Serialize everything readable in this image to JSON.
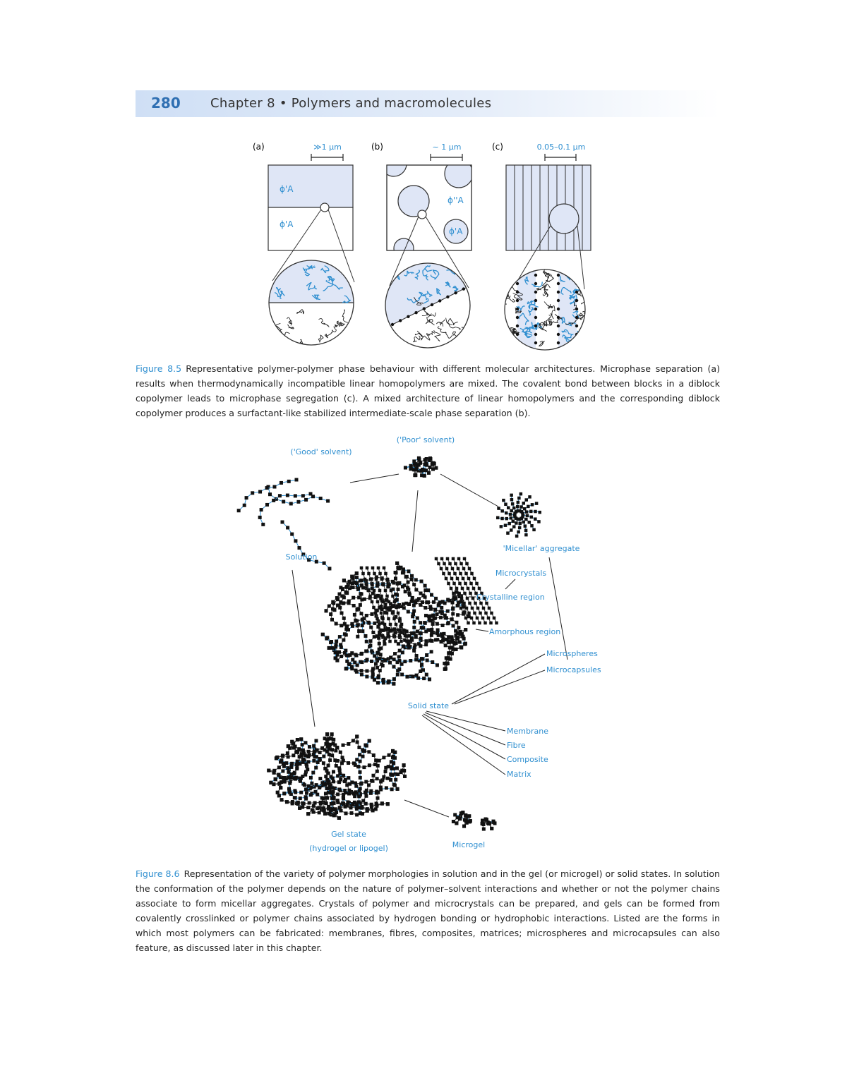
{
  "header": {
    "page_number": "280",
    "chapter": "Chapter 8 • Polymers and macromolecules"
  },
  "figure5": {
    "panels": [
      {
        "label": "(a)",
        "scale": "≫1 µm",
        "phase_top": "ϕ'A",
        "phase_bottom": "ϕ'A"
      },
      {
        "label": "(b)",
        "scale": "~ 1 µm",
        "phase_top": "ϕ''A",
        "phase_bottom": "ϕ'A"
      },
      {
        "label": "(c)",
        "scale": "0.05–0.1 µm"
      }
    ],
    "caption_label": "Figure 8.5",
    "caption_text": "Representative polymer-polymer phase behaviour with different molecular architectures. Microphase separation (a) results when thermodynamically incompatible linear homopolymers are mixed. The covalent bond between blocks in a diblock copolymer leads to microphase segregation (c). A mixed architecture of linear homopolymers and the corresponding diblock copolymer produces a surfactant-like stabilized intermediate-scale phase separation (b)."
  },
  "figure6": {
    "labels": {
      "good_solvent": "('Good' solvent)",
      "poor_solvent": "('Poor' solvent)",
      "solution": "Solution",
      "micellar": "'Micellar' aggregate",
      "microcrystals": "Microcrystals",
      "crystalline": "Crystalline region",
      "amorphous": "Amorphous region",
      "microspheres": "Microspheres",
      "microcapsules": "Microcapsules",
      "solid_state": "Solid state",
      "membrane": "Membrane",
      "fibre": "Fibre",
      "composite": "Composite",
      "matrix": "Matrix",
      "gel_state": "Gel state",
      "gel_sub": "(hydrogel or lipogel)",
      "microgel": "Microgel"
    },
    "caption_label": "Figure 8.6",
    "caption_text": "Representation of the variety of polymer morphologies in solution and in the gel (or microgel) or solid states. In solution the conformation of the polymer depends on the nature of polymer–solvent interactions and whether or not the polymer chains associate to form micellar aggregates. Crystals of polymer and microcrystals can be prepared, and gels can be formed from covalently crosslinked or polymer chains associated by hydrogen bonding or hydrophobic interactions. Listed are the forms in which most polymers can be fabricated: membranes, fibres, composites, matrices; microspheres and microcapsules can also feature, as discussed later in this chapter."
  },
  "colors": {
    "accent": "#2f8fd0",
    "fill": "#dfe6f6",
    "chain_blue": "#2f8fd0",
    "chain_dark": "#111111"
  }
}
